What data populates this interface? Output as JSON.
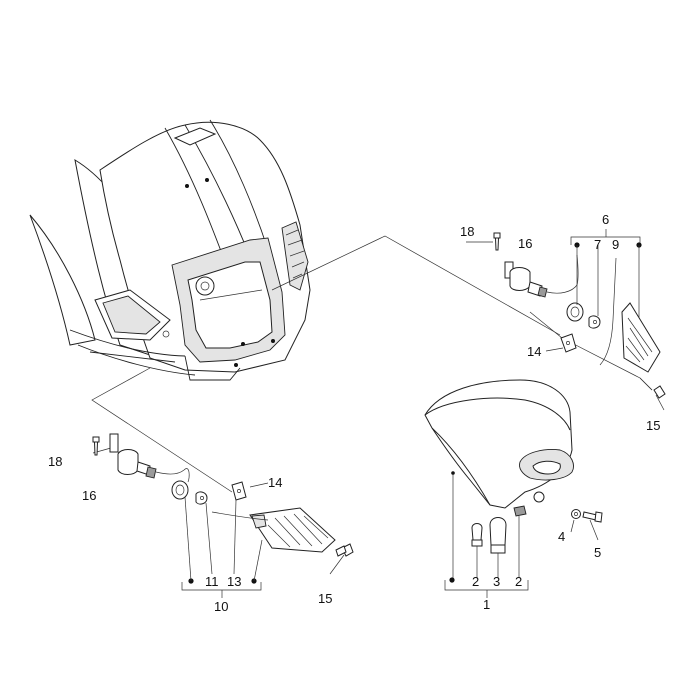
{
  "callouts": {
    "c1": "1",
    "c2a": "2",
    "c2b": "2",
    "c3": "3",
    "c4": "4",
    "c5": "5",
    "c6": "6",
    "c7": "7",
    "c9": "9",
    "c10": "10",
    "c11": "11",
    "c13": "13",
    "c14a": "14",
    "c14b": "14",
    "c15a": "15",
    "c15b": "15",
    "c16a": "16",
    "c16b": "16",
    "c18a": "18",
    "c18b": "18"
  }
}
